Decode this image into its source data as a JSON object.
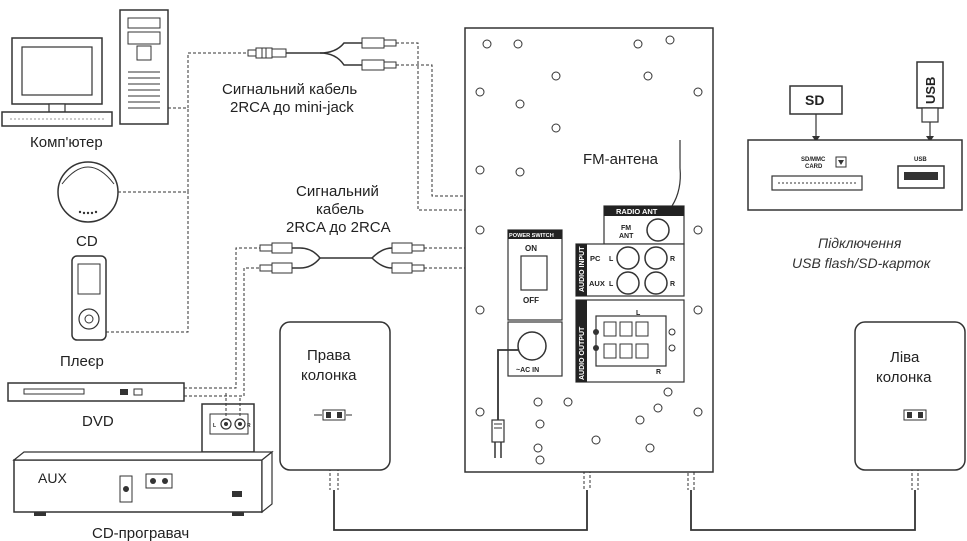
{
  "devices": {
    "computer": "Комп'ютер",
    "cd": "CD",
    "player": "Плеєр",
    "dvd": "DVD",
    "cd_player": "CD-програвач",
    "aux": "AUX",
    "cd_player_jack_l": "L",
    "cd_player_jack_r": "R"
  },
  "cables": {
    "minijack_line1": "Сигнальний кабель",
    "minijack_line2": "2RCA до mini-jack",
    "rca_line1": "Сигнальний",
    "rca_line2": "кабель",
    "rca_line3": "2RCA до 2RCA"
  },
  "subwoofer": {
    "fm_antenna": "FM-антена",
    "radio_ant": "RADIO ANT",
    "fm": "FM",
    "ant": "ANT",
    "audio_input": "AUDIO INPUT",
    "audio_output": "AUDIO OUTPUT",
    "pc": "PC",
    "aux": "AUX",
    "l": "L",
    "r": "R",
    "power_switch": "POWER SWITCH",
    "on": "ON",
    "off": "OFF",
    "ac_in": "~AC IN"
  },
  "speakers": {
    "right_line1": "Права",
    "right_line2": "колонка",
    "left_line1": "Ліва",
    "left_line2": "колонка"
  },
  "usb_panel": {
    "sd": "SD",
    "usb": "USB",
    "sdmmc_line1": "SD/MMC",
    "sdmmc_line2": "CARD",
    "usb_small": "USB",
    "caption_line1": "Підключення",
    "caption_line2": "USB flash/SD-карток"
  }
}
